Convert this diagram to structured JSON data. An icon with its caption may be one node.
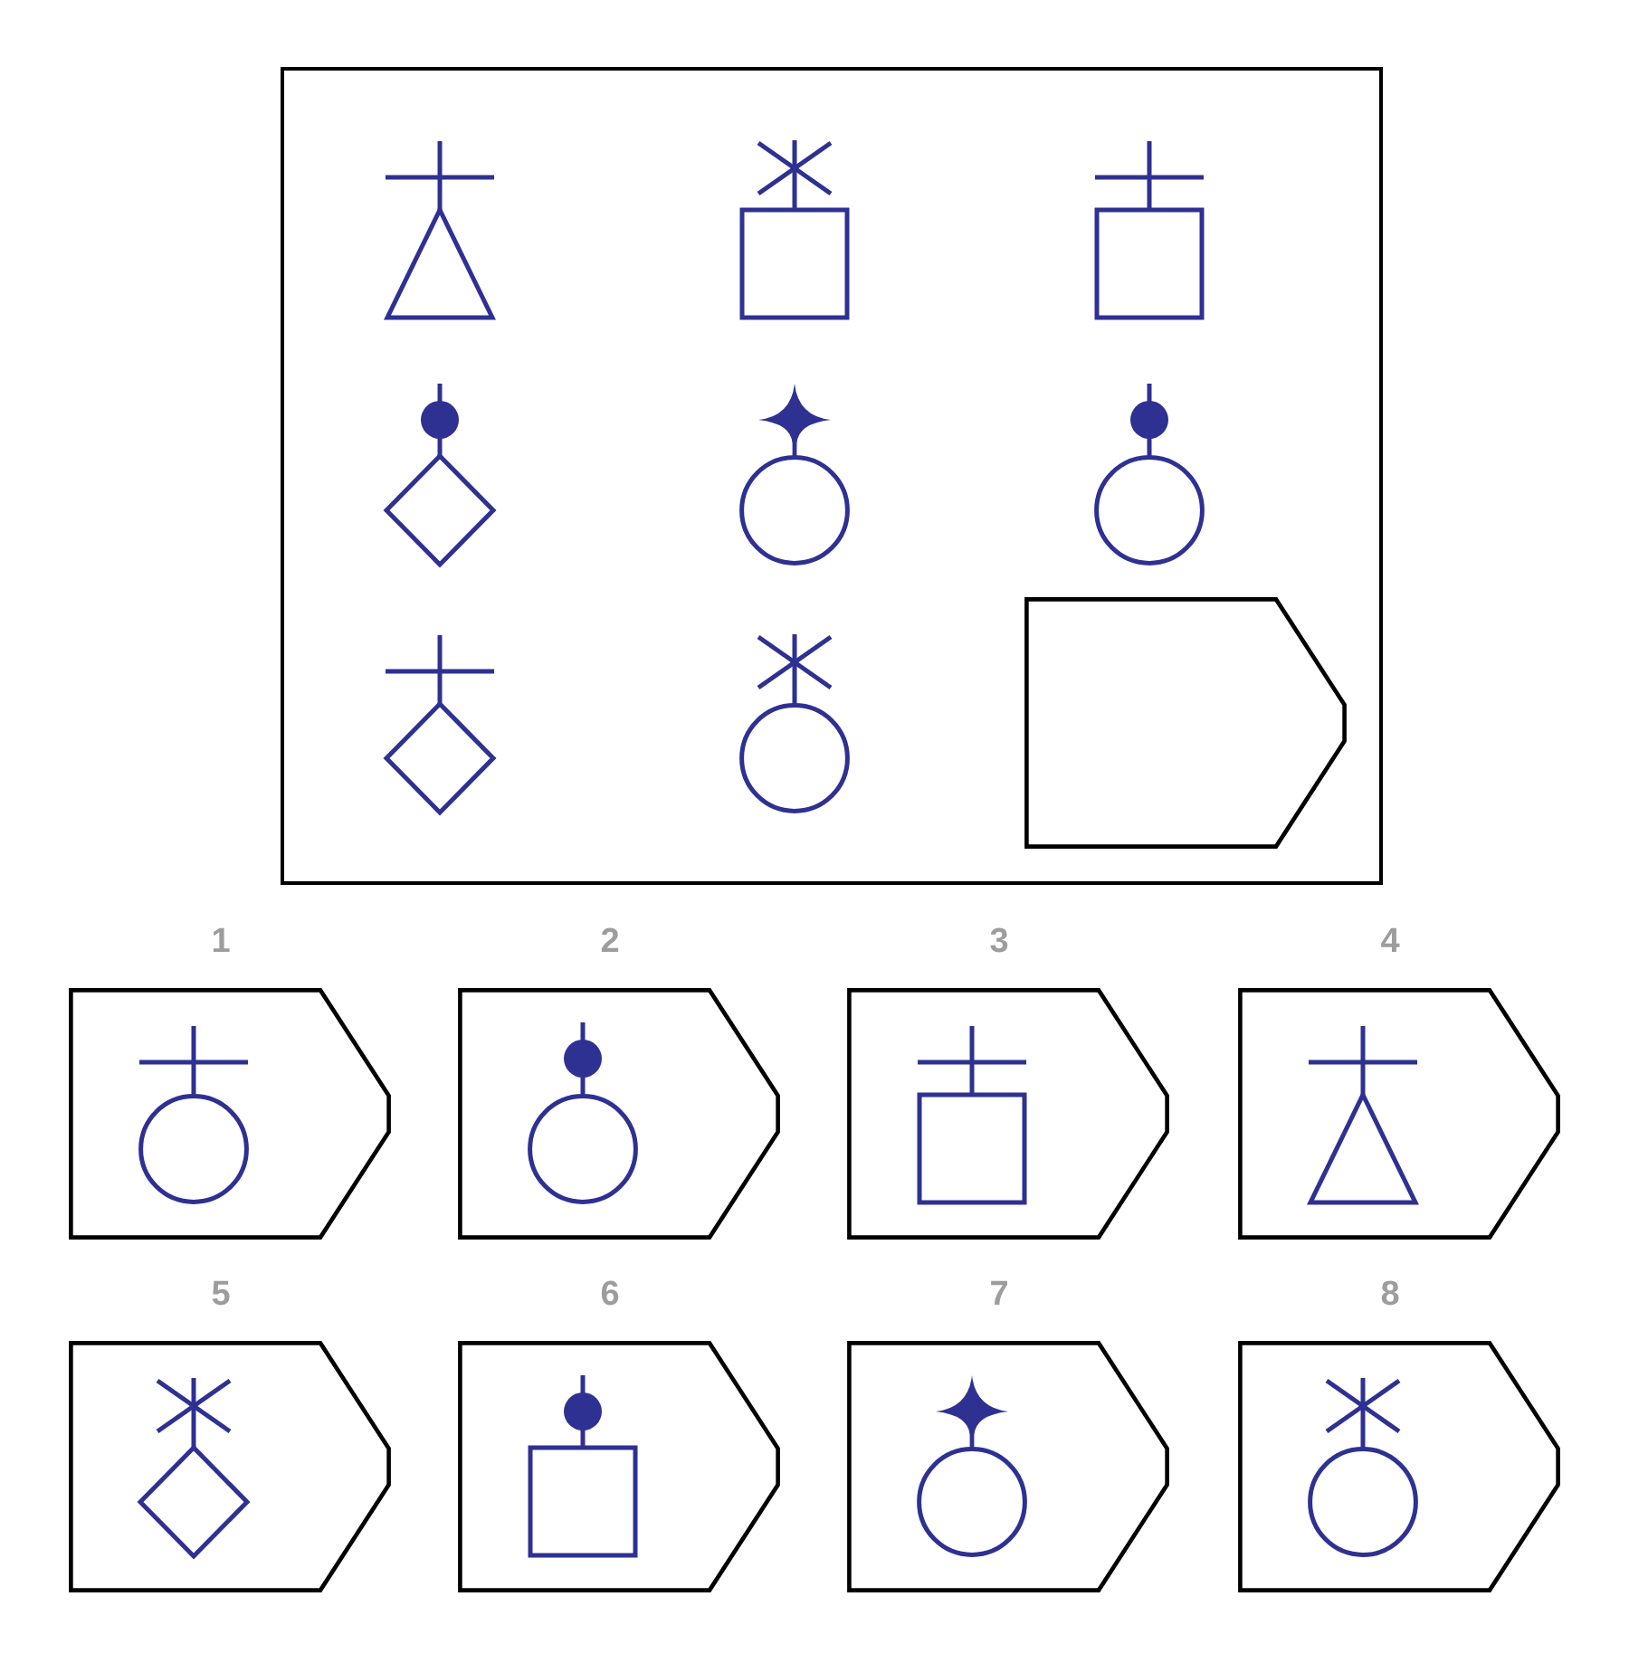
{
  "diagram": {
    "nodes": [
      {
        "text": [],
        "shape": "box"
      },
      {
        "text": [],
        "shape": "pentagon",
        "in": 0
      },
      {
        "text": [
          "1"
        ]
      },
      {
        "text": [
          "2"
        ]
      },
      {
        "text": [
          "3"
        ]
      },
      {
        "text": [
          "4"
        ]
      },
      {
        "text": [
          "5"
        ]
      },
      {
        "text": [
          "6"
        ]
      },
      {
        "text": [
          "7"
        ]
      },
      {
        "text": [
          "8"
        ]
      }
    ]
  }
}
